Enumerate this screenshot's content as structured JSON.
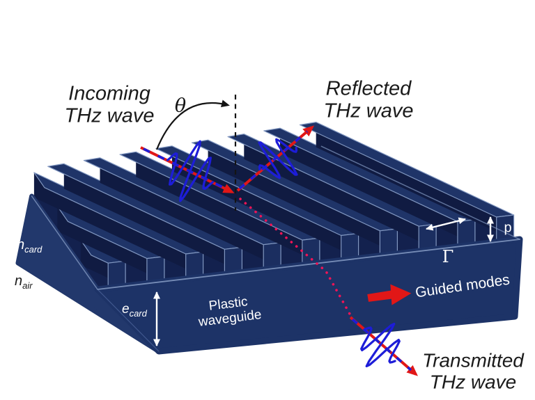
{
  "figure": {
    "background": "#ffffff"
  },
  "labels": {
    "incoming": {
      "line1": "Incoming",
      "line2": "THz wave"
    },
    "reflected": {
      "line1": "Reflected",
      "line2": "THz wave"
    },
    "transmitted": {
      "line1": "Transmitted",
      "line2": "THz wave"
    },
    "theta": "θ",
    "gamma": "Γ",
    "p": "p",
    "n_card": {
      "base": "n",
      "sub": "card"
    },
    "n_air": {
      "base": "n",
      "sub": "air"
    },
    "e_card": {
      "base": "e",
      "sub": "card"
    },
    "waveguide": {
      "line1": "Plastic",
      "line2": "waveguide"
    },
    "guided_modes": "Guided modes"
  },
  "colors": {
    "beam_red": "#e11717",
    "wave_blue": "#1d1dd8",
    "transmit_dots": "#f01456",
    "guided_arrow_red": "#e11717",
    "normal_black": "#141414",
    "annotation_white": "#ffffff",
    "slab_top": "#13214e",
    "fin_side_dark": "#101b42",
    "fin_top": "#1f3468",
    "fin_front": "#1b2e60",
    "front_face": "#1d3367",
    "left_face": "#22386c",
    "edge_highlight": "#8197c0"
  }
}
